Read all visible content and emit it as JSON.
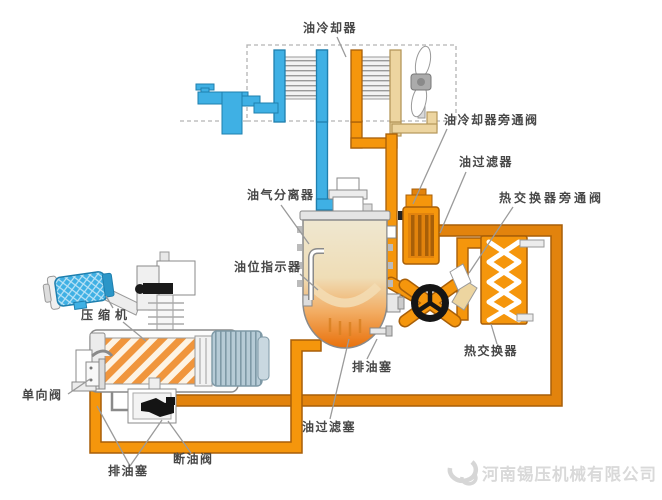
{
  "labels": {
    "oil_cooler": "油冷却器",
    "oil_cooler_bypass_valve": "油冷却器旁通阀",
    "oil_filter": "油过滤器",
    "heat_exchanger_bypass_valve": "热交换器旁通阀",
    "oil_gas_separator": "油气分离器",
    "oil_level_indicator": "油位指示器",
    "compressor": "压缩机",
    "check_valve": "单向阀",
    "oil_drain_plug_left": "排油塞",
    "oil_cutoff_valve": "断油阀",
    "oil_drain_plug_separator": "排油塞",
    "oil_filter_plug": "油过滤塞",
    "heat_exchanger": "热交换器"
  },
  "watermark": {
    "company": "河南锡压机械有限公司"
  },
  "colors": {
    "pipe_orange": "#F5960C",
    "pipe_orange_dark": "#E2830D",
    "pipe_border": "#A85F08",
    "blue": "#3FB0E4",
    "blue_border": "#1E7FAE",
    "tan": "#EDD5A0",
    "separator_oil_bottom": "#E9700A",
    "line_art_gray": "#8A8A8A",
    "label_text": "#474747",
    "watermark_gray": "#D9D9D9"
  }
}
